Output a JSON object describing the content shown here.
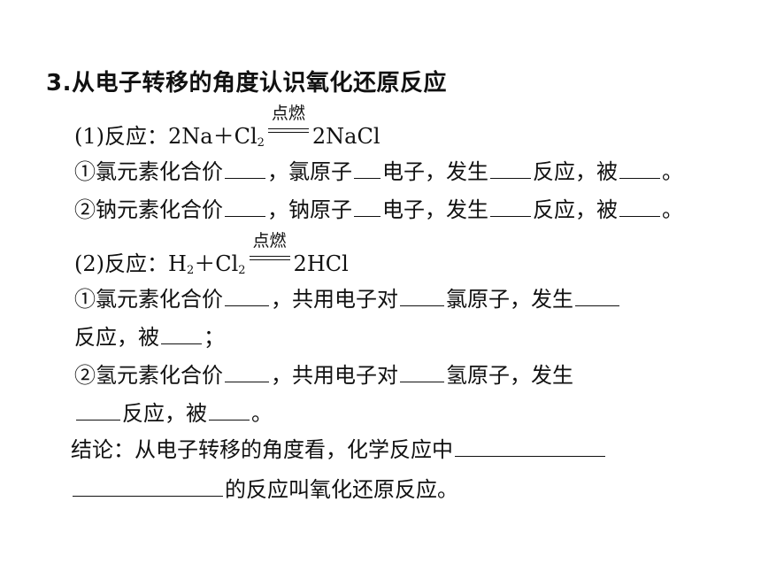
{
  "title": "3.从电子转移的角度认识氧化还原反应",
  "part1": {
    "label": "(1)反应：",
    "lhs_a": "2Na＋Cl",
    "lhs_a_sub": "2",
    "condition": "点燃",
    "rhs": "2NaCl",
    "line1": {
      "a": "①氯元素化合价",
      "b": "，氯原子",
      "c": "电子，发生",
      "d": "反应，被",
      "e": "。"
    },
    "line2": {
      "a": "②钠元素化合价",
      "b": "，钠原子",
      "c": "电子，发生",
      "d": "反应，被",
      "e": "。"
    }
  },
  "part2": {
    "label": "(2)反应：",
    "h": "H",
    "h_sub": "2",
    "plus_cl": "＋Cl",
    "cl_sub": "2",
    "condition": "点燃",
    "rhs": "2HCl",
    "line1": {
      "a": "①氯元素化合价",
      "b": "，共用电子对",
      "c": "氯原子，发生"
    },
    "line1b": {
      "a": "反应，被",
      "b": "；"
    },
    "line2": {
      "a": "②氢元素化合价",
      "b": "，共用电子对",
      "c": "氢原子，发生"
    },
    "line2b": {
      "a": "反应，被",
      "b": "。"
    }
  },
  "conclusion": {
    "a": "结论：从电子转移的角度看，化学反应中",
    "b": "的反应叫氧化还原反应。"
  }
}
